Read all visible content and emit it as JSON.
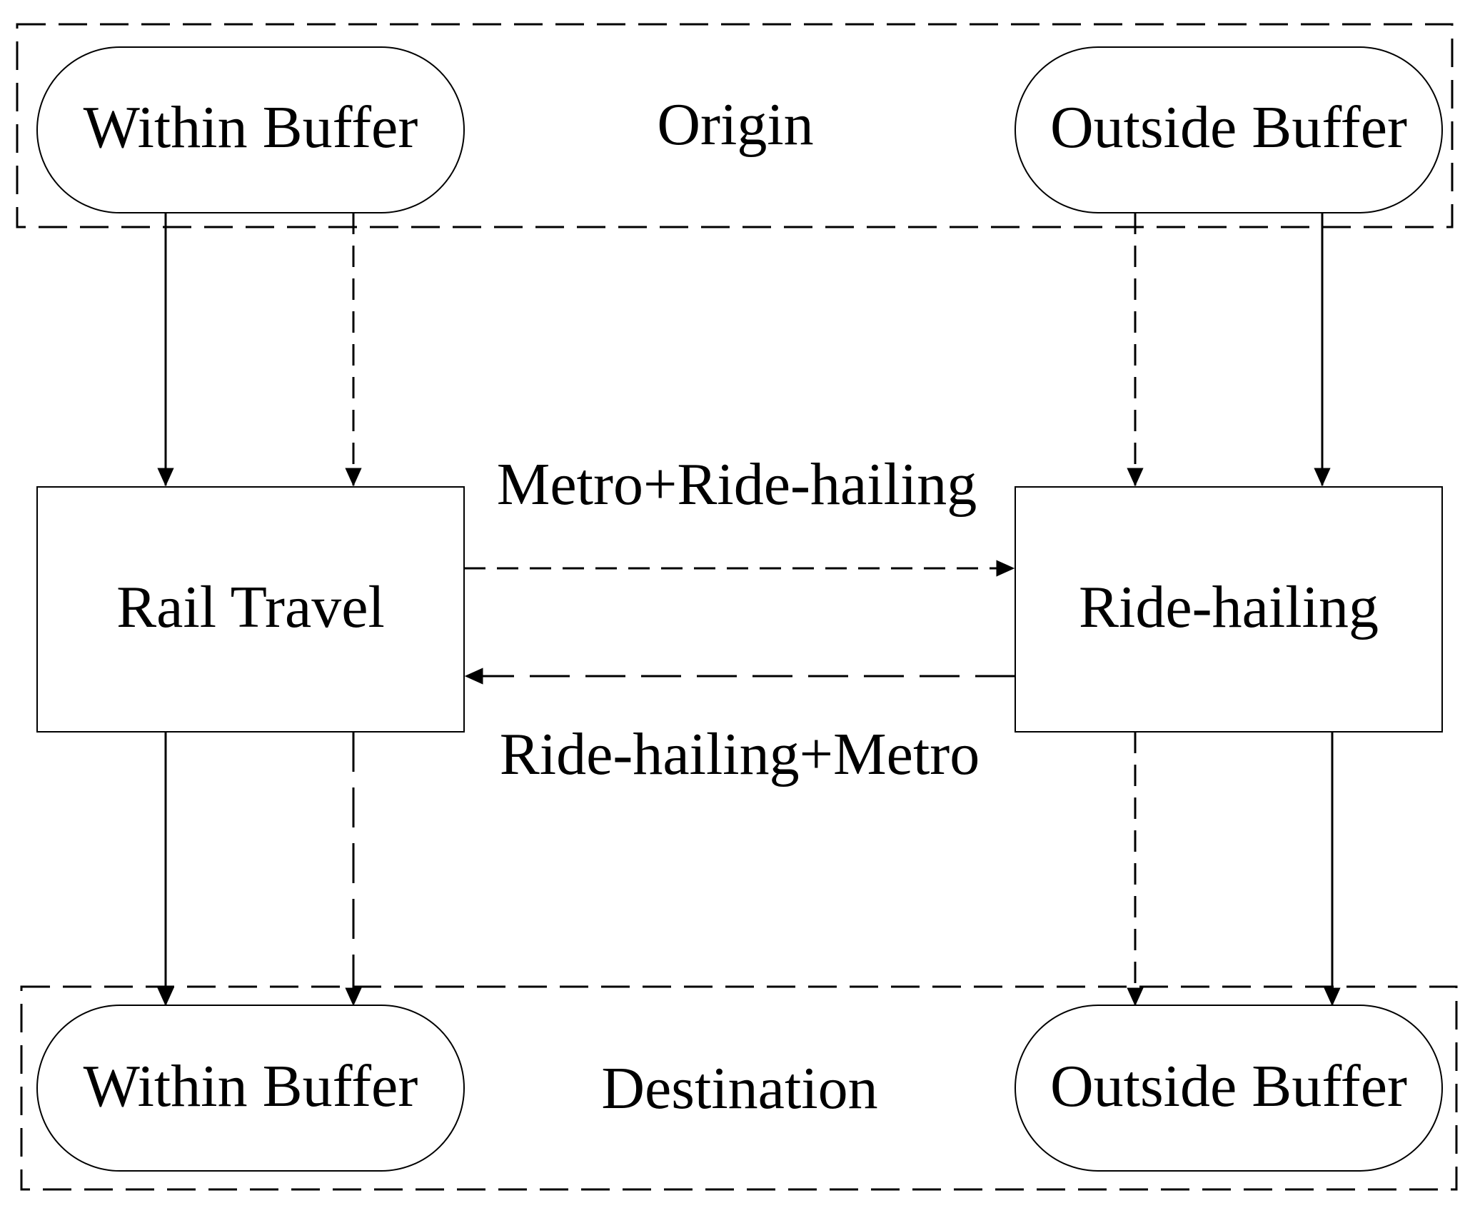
{
  "origin": {
    "label": "Origin",
    "left": "Within Buffer",
    "right": "Outside Buffer"
  },
  "destination": {
    "label": "Destination",
    "left": "Within Buffer",
    "right": "Outside Buffer"
  },
  "modes": {
    "left": "Rail Travel",
    "right": "Ride-hailing"
  },
  "transfers": {
    "forward": "Metro+Ride-hailing",
    "backward": "Ride-hailing+Metro"
  }
}
